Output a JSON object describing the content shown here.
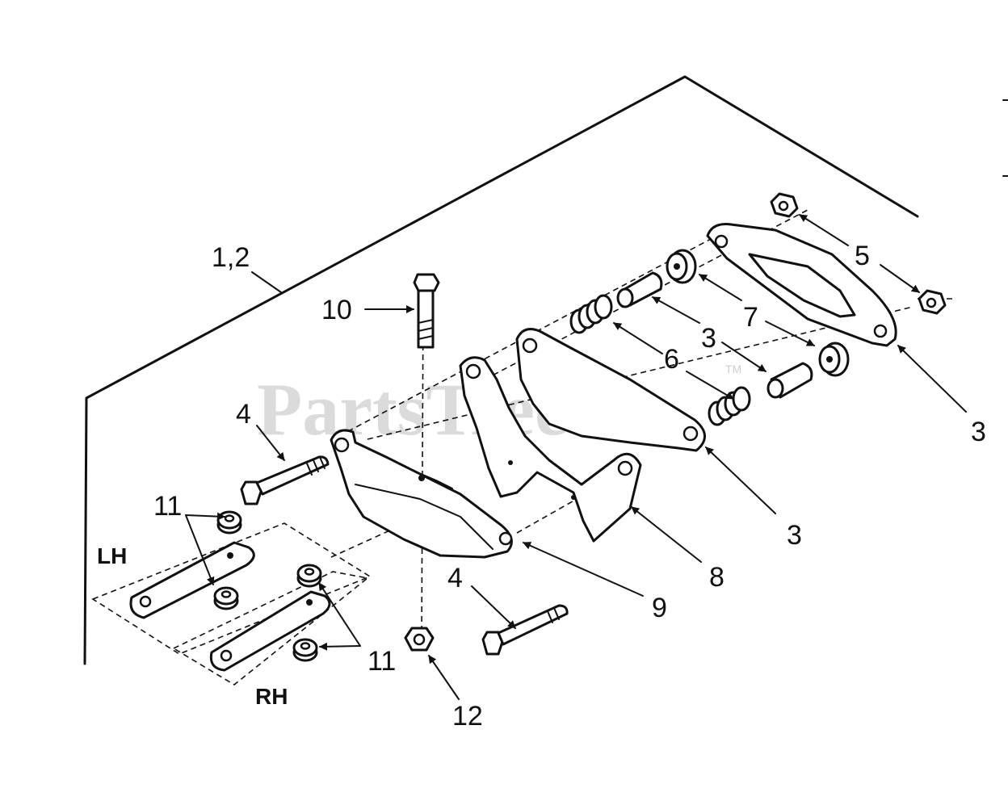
{
  "diagram": {
    "watermark": "PartsTree",
    "watermark_mark": "TM",
    "callouts": {
      "c12": "1,2",
      "c10": "10",
      "c4a": "4",
      "c4b": "4",
      "c11a": "11",
      "c11b": "11",
      "c12nut": "12",
      "c9": "9",
      "c8": "8",
      "c3a": "3",
      "c3b": "3",
      "c3c": "3",
      "c6": "6",
      "c7": "7",
      "c5": "5"
    },
    "labels": {
      "lh": "LH",
      "rh": "RH"
    }
  }
}
